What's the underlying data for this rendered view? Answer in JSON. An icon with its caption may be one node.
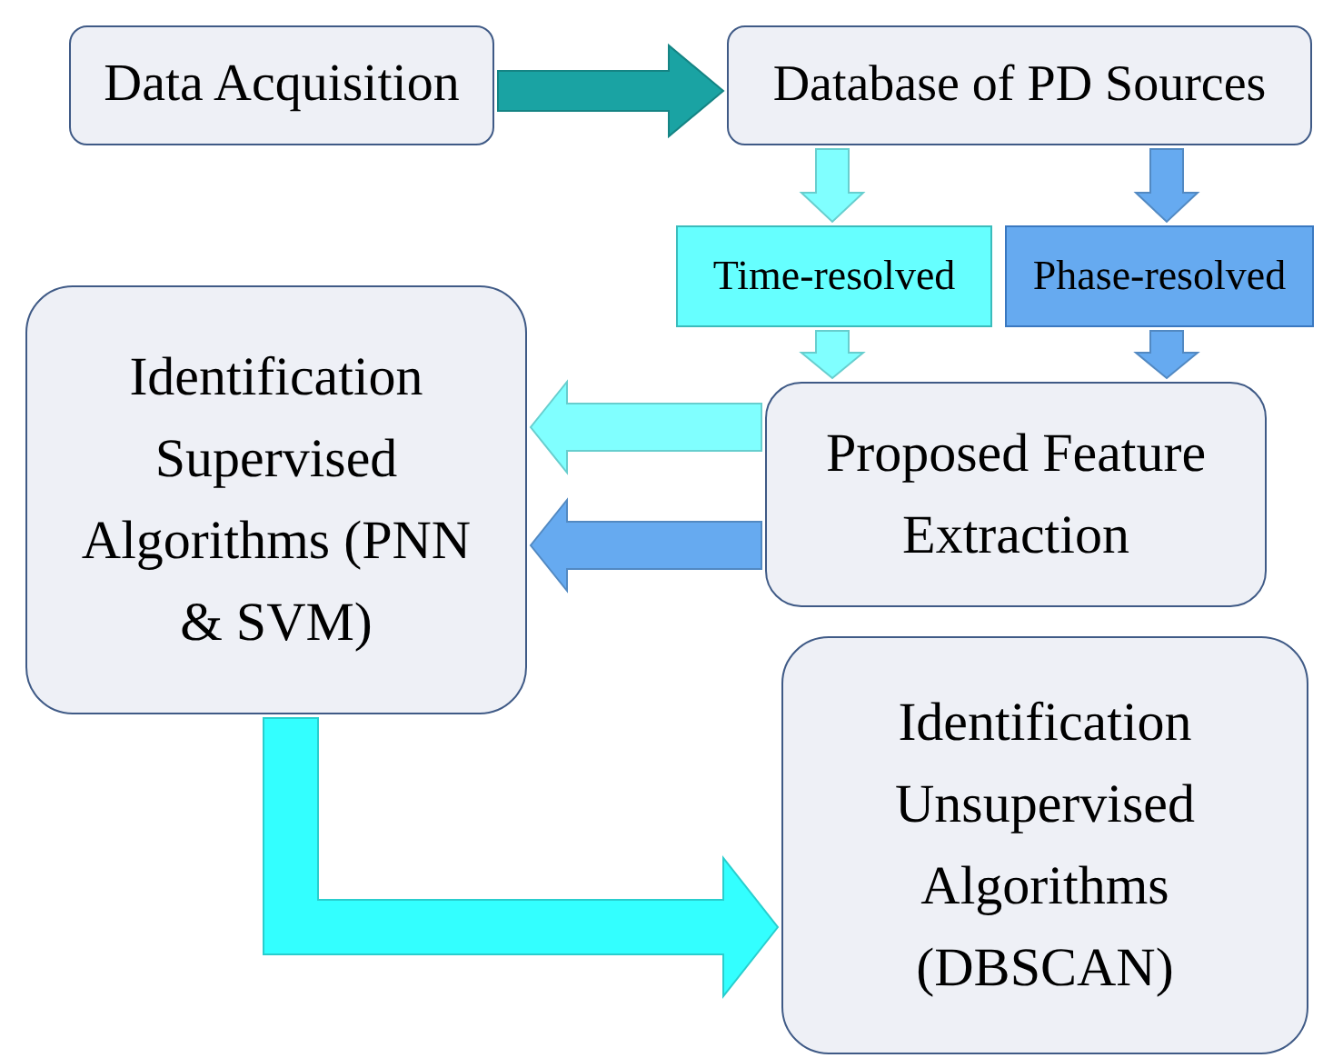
{
  "diagram": {
    "nodes": [
      {
        "text": [
          "Data Acquisition"
        ]
      },
      {
        "text": [
          "Database of PD Sources"
        ]
      },
      {
        "text": [
          "Time-resolved"
        ]
      },
      {
        "text": [
          "Phase-resolved"
        ]
      },
      {
        "text": [
          "Identification Supervised Algorithms (PNN & SVM)"
        ]
      },
      {
        "text": [
          "Proposed Feature Extraction"
        ]
      },
      {
        "text": [
          "Identification Unsupervised Algorithms (DBSCAN)"
        ]
      }
    ],
    "edges": [
      {
        "from": 0,
        "to": 1,
        "arrow": "to",
        "color": "#1aa3a3"
      },
      {
        "from": 1,
        "to": 2,
        "arrow": "to",
        "color": "#80ffff"
      },
      {
        "from": 1,
        "to": 3,
        "arrow": "to",
        "color": "#66aaf0"
      },
      {
        "from": 2,
        "to": 5,
        "arrow": "to",
        "color": "#80ffff"
      },
      {
        "from": 3,
        "to": 5,
        "arrow": "to",
        "color": "#66aaf0"
      },
      {
        "from": 5,
        "to": 4,
        "arrow": "to",
        "color": "#80ffff"
      },
      {
        "from": 5,
        "to": 4,
        "arrow": "to",
        "color": "#66aaf0"
      },
      {
        "from": 4,
        "to": 6,
        "arrow": "to",
        "color": "#33ffff"
      }
    ]
  }
}
